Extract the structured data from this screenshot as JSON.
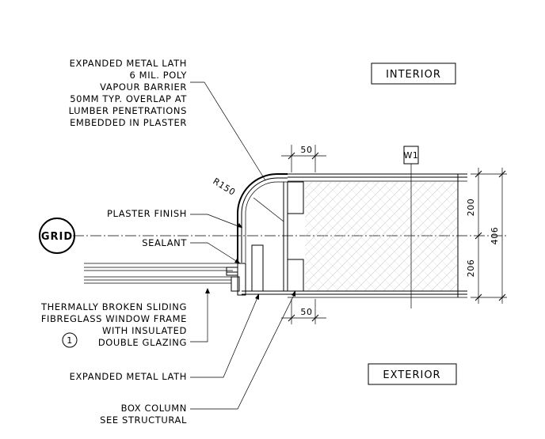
{
  "notes": {
    "lath_top": [
      "EXPANDED METAL LATH",
      "6 MIL. POLY",
      "VAPOUR BARRIER",
      "50MM TYP. OVERLAP AT",
      "LUMBER PENETRATIONS",
      "EMBEDDED IN PLASTER"
    ],
    "plaster_finish": "PLASTER FINISH",
    "sealant": "SEALANT",
    "window_frame": [
      "THERMALLY BROKEN SLIDING",
      "FIBREGLASS WINDOW FRAME",
      "WITH INSULATED",
      "DOUBLE GLAZING"
    ],
    "window_tag": "1",
    "lath_bottom": "EXPANDED METAL LATH",
    "box_column": [
      "BOX COLUMN",
      "SEE STRUCTURAL"
    ]
  },
  "labels": {
    "interior": "INTERIOR",
    "exterior": "EXTERIOR",
    "grid": "GRID",
    "wall_tag": "W1",
    "radius": "R150"
  },
  "dimensions": {
    "top_offset": "50",
    "bottom_offset": "50",
    "upper": "200",
    "lower": "206",
    "overall": "406"
  }
}
